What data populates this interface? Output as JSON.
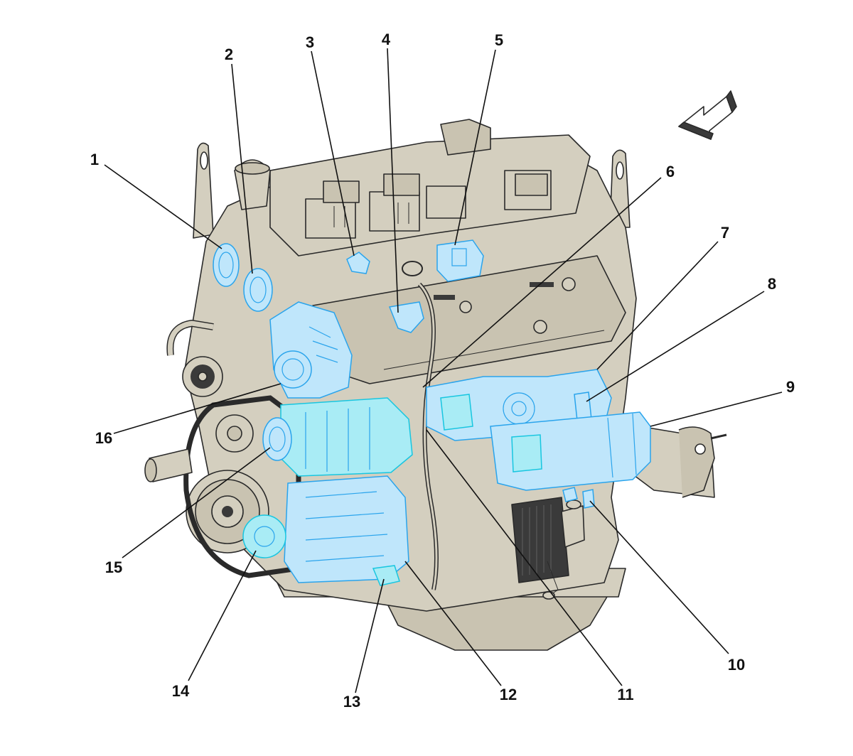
{
  "callouts": [
    {
      "number": "1"
    },
    {
      "number": "2"
    },
    {
      "number": "3"
    },
    {
      "number": "4"
    },
    {
      "number": "5"
    },
    {
      "number": "6"
    },
    {
      "number": "7"
    },
    {
      "number": "8"
    },
    {
      "number": "9"
    },
    {
      "number": "10"
    },
    {
      "number": "11"
    },
    {
      "number": "12"
    },
    {
      "number": "13"
    },
    {
      "number": "14"
    },
    {
      "number": "15"
    },
    {
      "number": "16"
    }
  ],
  "colors": {
    "engine_body": "#d4cfbf",
    "highlight_fill": "#bfe6fb",
    "highlight_stroke": "#2aa4ec",
    "outline": "#2a2a2a"
  },
  "icons": [
    "direction-arrow-icon"
  ]
}
